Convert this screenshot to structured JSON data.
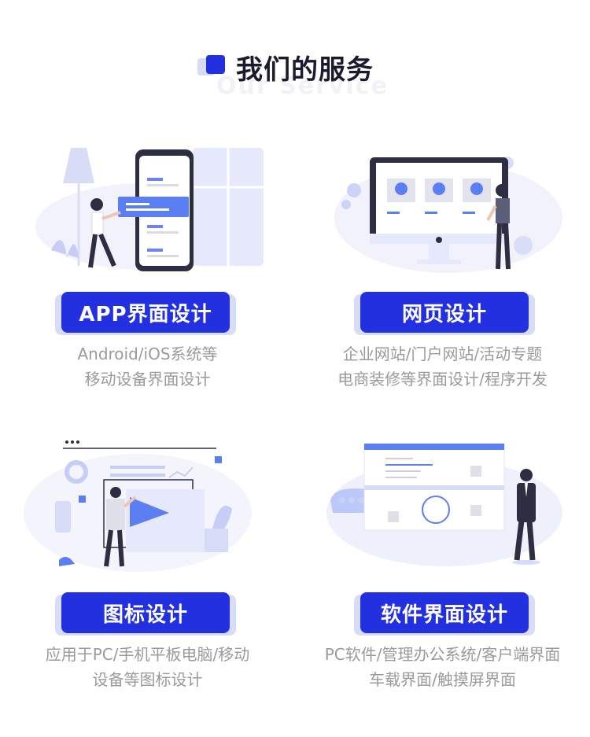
{
  "header": {
    "title": "我们的服务",
    "subtitle": "Our Service"
  },
  "services": [
    {
      "label": "APP界面设计",
      "desc_line1": "Android/iOS系统等",
      "desc_line2": "移动设备界面设计"
    },
    {
      "label": "网页设计",
      "desc_line1": "企业网站/门户网站/活动专题",
      "desc_line2": "电商装修等界面设计/程序开发"
    },
    {
      "label": "图标设计",
      "desc_line1": "应用于PC/手机平板电脑/移动",
      "desc_line2": "设备等图标设计"
    },
    {
      "label": "软件界面设计",
      "desc_line1": "PC软件/管理办公系统/客户端界面",
      "desc_line2": "车载界面/触摸屏界面"
    }
  ],
  "colors": {
    "accent": "#2330e0",
    "accent_light": "#d9dcf7",
    "text_gray": "#9a9a9a",
    "title": "#1b1b2e"
  }
}
